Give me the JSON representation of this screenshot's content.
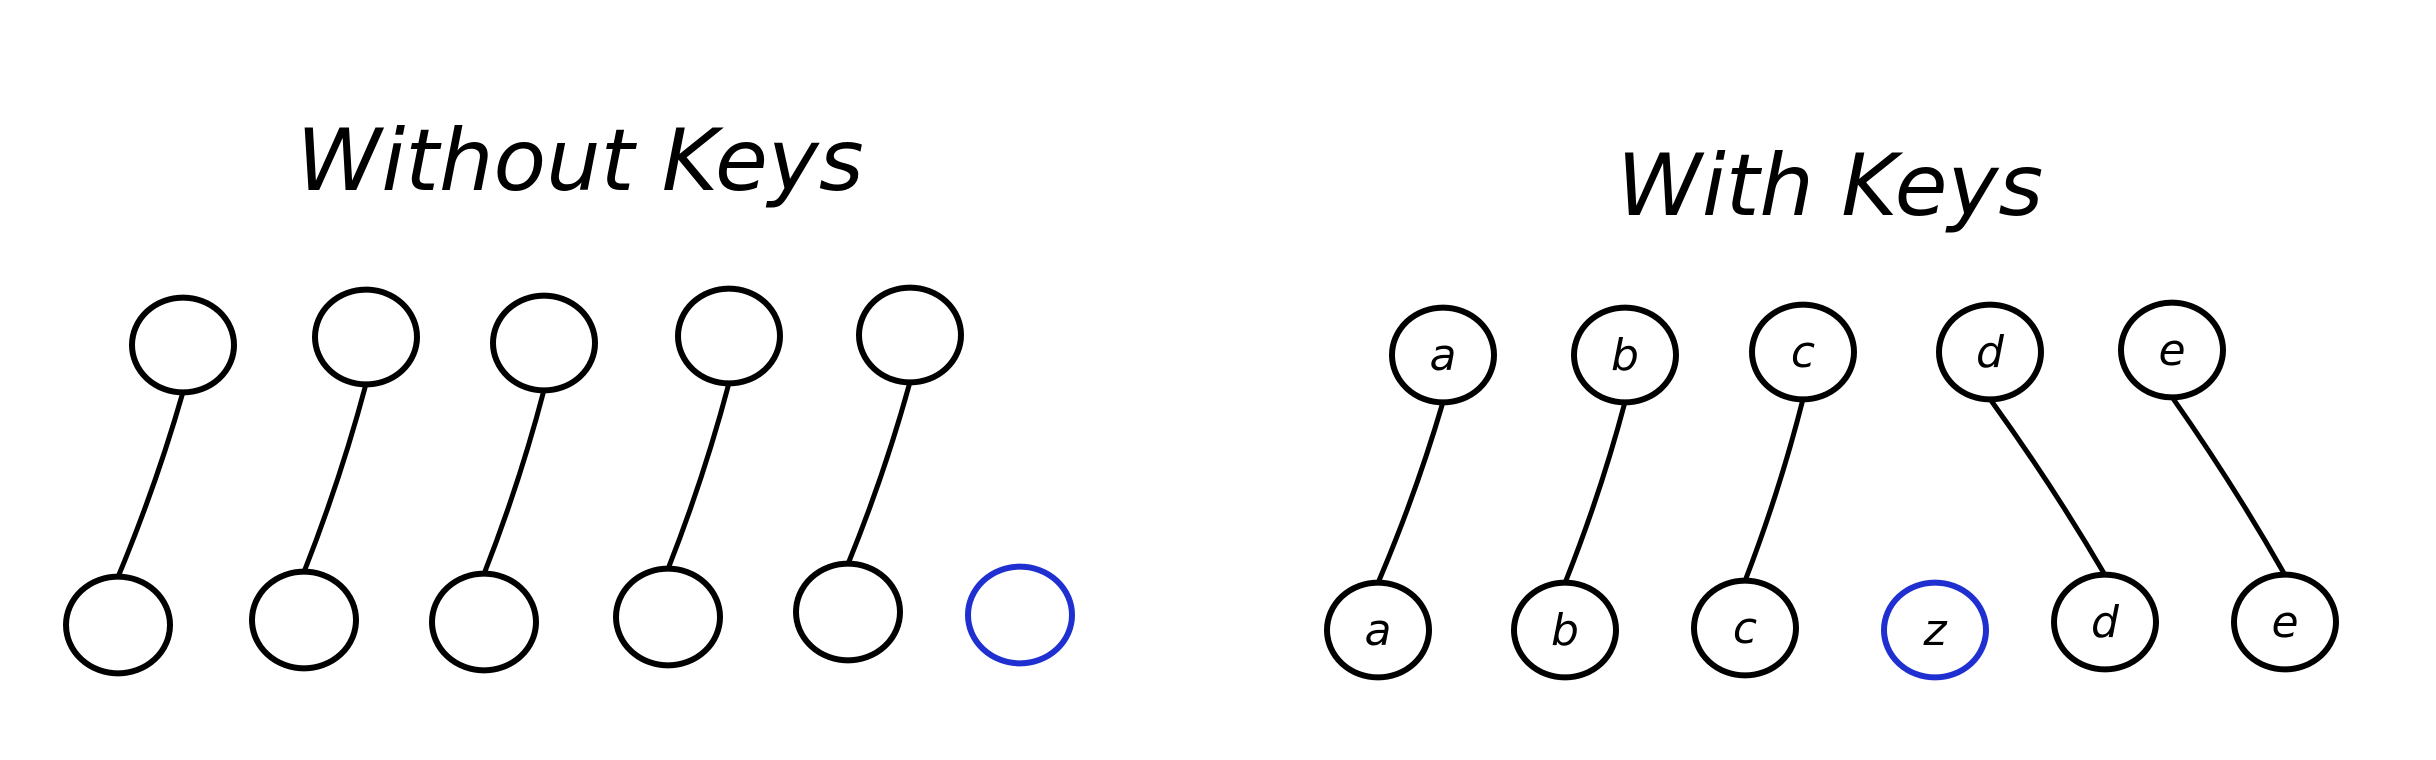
{
  "panels": [
    {
      "title": "Without Keys",
      "top_row": [
        "",
        "",
        "",
        "",
        ""
      ],
      "bottom_row": [
        "",
        "",
        "",
        "",
        "",
        ""
      ],
      "connections": [
        [
          0,
          0
        ],
        [
          1,
          1
        ],
        [
          2,
          2
        ],
        [
          3,
          3
        ],
        [
          4,
          4
        ]
      ],
      "inserted_index": 5
    },
    {
      "title": "With Keys",
      "top_row": [
        "a",
        "b",
        "c",
        "d",
        "e"
      ],
      "bottom_row": [
        "a",
        "b",
        "c",
        "z",
        "d",
        "e"
      ],
      "connections": [
        [
          0,
          0
        ],
        [
          1,
          1
        ],
        [
          2,
          2
        ],
        [
          3,
          4
        ],
        [
          4,
          5
        ]
      ],
      "inserted_index": 3
    }
  ],
  "colors": {
    "stroke": "#000000",
    "inserted_node": "#1f2fd0",
    "background": "#ffffff"
  }
}
